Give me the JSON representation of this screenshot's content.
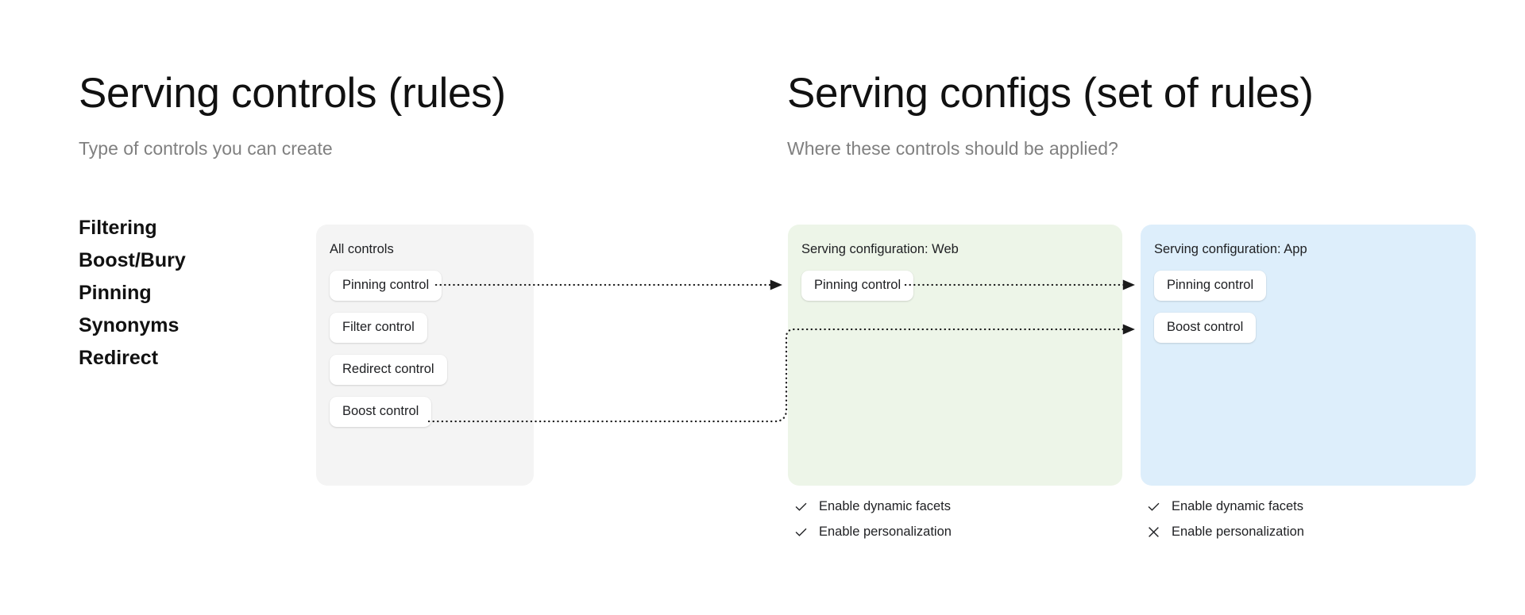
{
  "left_column": {
    "title": "Serving controls (rules)",
    "subtitle": "Type of controls you can create",
    "control_types": [
      "Filtering",
      "Boost/Bury",
      "Pinning",
      "Synonyms",
      "Redirect"
    ]
  },
  "right_column": {
    "title": "Serving configs (set of rules)",
    "subtitle": "Where these controls should be applied?"
  },
  "panels": {
    "all_controls": {
      "label": "All controls",
      "background_color": "#f4f4f4",
      "chips": [
        "Pinning control",
        "Filter control",
        "Redirect control",
        "Boost control"
      ]
    },
    "config_web": {
      "label": "Serving configuration: Web",
      "background_color": "#edf5e8",
      "chips": [
        "Pinning control"
      ],
      "features": [
        {
          "label": "Enable dynamic facets",
          "icon": "check-icon",
          "enabled": true
        },
        {
          "label": "Enable personalization",
          "icon": "check-icon",
          "enabled": true
        }
      ]
    },
    "config_app": {
      "label": "Serving configuration: App",
      "background_color": "#ddeefb",
      "chips": [
        "Pinning control",
        "Boost control"
      ],
      "features": [
        {
          "label": "Enable dynamic facets",
          "icon": "check-icon",
          "enabled": true
        },
        {
          "label": "Enable personalization",
          "icon": "close-icon",
          "enabled": false
        }
      ]
    }
  },
  "connectors": [
    {
      "from": "all-controls.pinning-control",
      "to": "config-web.pinning-control",
      "style": "dotted-arrow"
    },
    {
      "from": "config-web.pinning-control",
      "to": "config-app.pinning-control",
      "style": "dotted-arrow"
    },
    {
      "from": "all-controls.boost-control",
      "to": "config-app.boost-control",
      "style": "dotted-arrow-elbow"
    }
  ],
  "colors": {
    "text": "#202124",
    "heading": "#111111",
    "subtitle": "#808080",
    "connector": "#1a1a1a",
    "chip": "#ffffff"
  }
}
